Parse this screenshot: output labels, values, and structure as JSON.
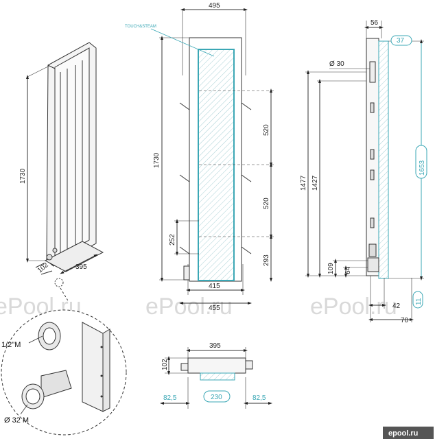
{
  "watermark": "ePool.ru",
  "labels": {
    "touch_steam": "TOUCH&STEAM",
    "thread": "1/2\"M",
    "pipe": "Ø 32 M",
    "logo": "epool.ru"
  },
  "dims": {
    "iso_height": "1730",
    "iso_depth": "102",
    "iso_width": "395",
    "front_top": "495",
    "front_height": "1730",
    "front_520a": "520",
    "front_520b": "520",
    "front_293": "293",
    "front_252": "252",
    "front_415": "415",
    "front_455": "455",
    "side_56": "56",
    "side_37": "37",
    "side_d30": "Ø 30",
    "side_1477": "1477",
    "side_1427": "1427",
    "side_1653": "1653",
    "side_109": "109",
    "side_64": "64",
    "side_42": "42",
    "side_11": "11",
    "side_70": "70",
    "top_395": "395",
    "top_102": "102",
    "top_825a": "82,5",
    "top_230": "230",
    "top_825b": "82,5"
  }
}
